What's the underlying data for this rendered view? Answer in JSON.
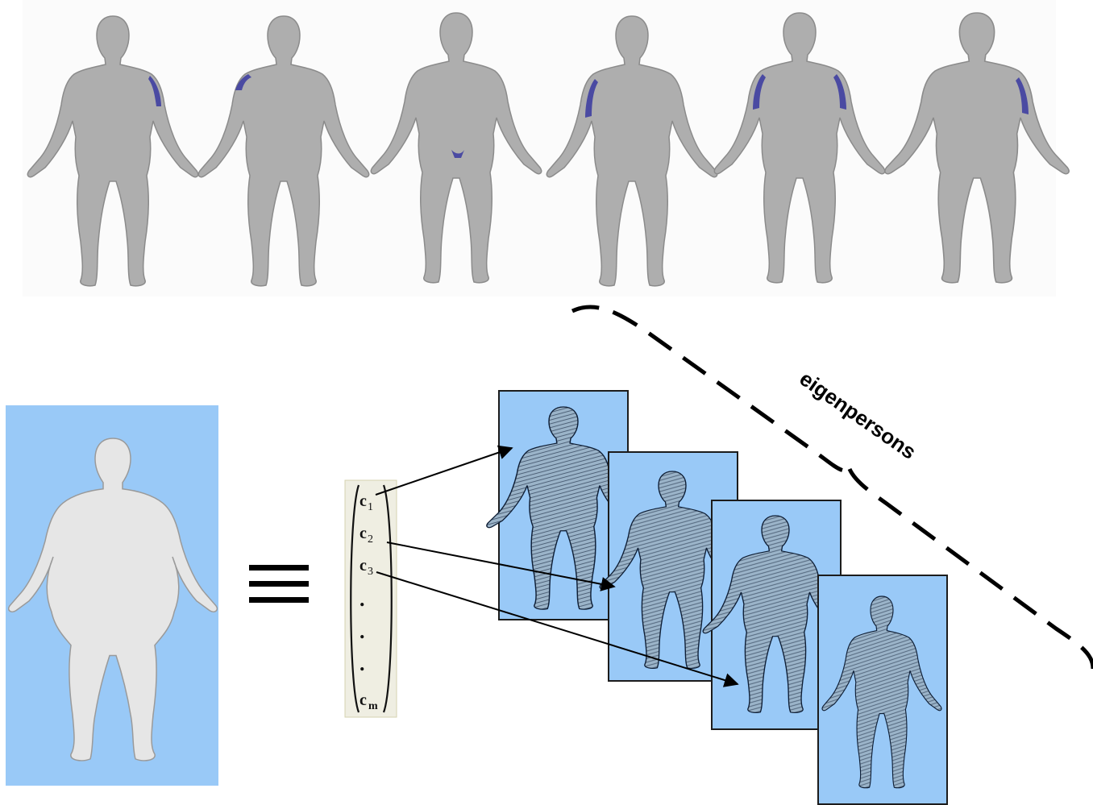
{
  "diagram": {
    "vector": {
      "coefficients": [
        {
          "base": "c",
          "sub": "1"
        },
        {
          "base": "c",
          "sub": "2"
        },
        {
          "base": "c",
          "sub": "3"
        },
        {
          "base": "c",
          "sub": "m"
        }
      ],
      "ellipsis": [
        ".",
        ".",
        "."
      ]
    },
    "equivalence_symbol": "≡",
    "brace_label": "eigenpersons",
    "colors": {
      "panel": "#99c9f7",
      "scan_gray": "#aeaeae",
      "eigen_ink": "#0e1e35"
    }
  }
}
